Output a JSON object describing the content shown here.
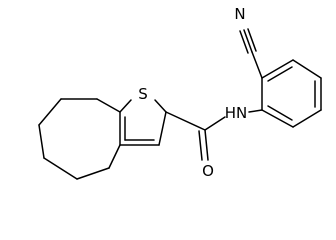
{
  "structure": {
    "atoms": {
      "nitrogen_nitrile": "N",
      "sulfur": "S",
      "amide_nh": "HN",
      "oxygen": "O"
    },
    "colors": {
      "bond": "#000000",
      "label": "#000000",
      "background": "#ffffff"
    }
  }
}
